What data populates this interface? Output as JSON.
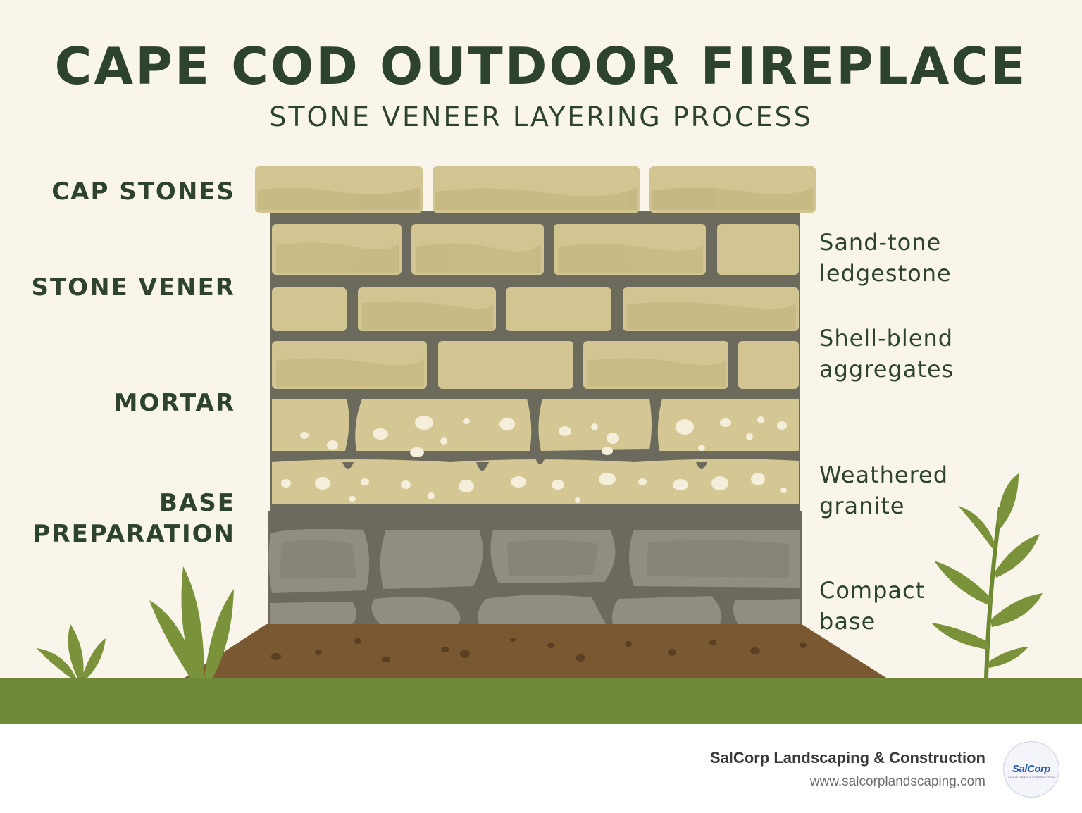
{
  "title": "CAPE COD OUTDOOR FIREPLACE",
  "subtitle": "STONE VENEER LAYERING PROCESS",
  "layer_labels": [
    "CAP STONES",
    "STONE VENER",
    "MORTAR",
    "BASE\nPREPARATION"
  ],
  "material_labels": [
    "Sand-tone\nledgestone",
    "Shell-blend\naggregates",
    "Weathered\ngranite",
    "Compact\nbase"
  ],
  "footer": {
    "company": "SalCorp Landscaping & Construction",
    "url": "www.salcorplandscaping.com",
    "logo_text": "SalCorp",
    "logo_subtext": "LANDSCAPING & CONSTRUCTION"
  },
  "colors": {
    "background": "#f9f5ea",
    "heading": "#2d4330",
    "sandstone": "#d2c592",
    "mortar": "#6b6a5c",
    "granite": "#8f8d7e",
    "soil": "#7a5832",
    "grass": "#6e8a38",
    "foliage": "#7a933a"
  }
}
